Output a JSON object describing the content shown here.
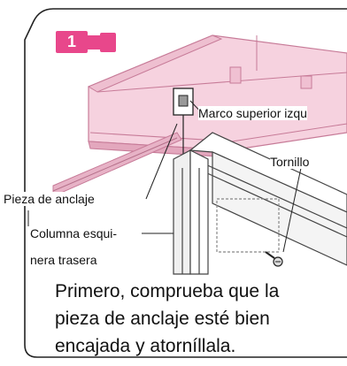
{
  "step": {
    "number": "1",
    "color": "#e8478b"
  },
  "labels": {
    "top_frame": "Marco superior izqu",
    "screw": "Tornillo",
    "anchor_piece": "Pieza de anclaje",
    "corner_column_line1": "Columna esqui-",
    "corner_column_line2": "nera trasera"
  },
  "caption": {
    "line1": "Primero, comprueba que la",
    "line2": "pieza de anclaje esté bien",
    "line3": "encajada y atorníllala."
  },
  "colors": {
    "frame_pink": "#f3c6d6",
    "frame_pink_dark": "#d98aa6",
    "outline": "#222222"
  }
}
